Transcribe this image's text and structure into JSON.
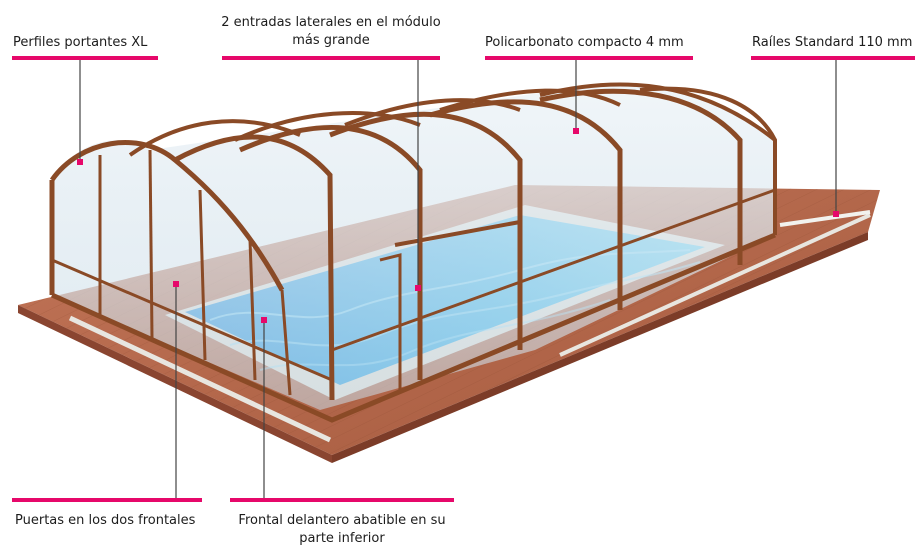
{
  "colors": {
    "accent": "#e6086a",
    "frame": "#8a4a26",
    "deck": "#b5654a",
    "water": "#27a9e8",
    "glass": "#dbe9f2"
  },
  "labels": {
    "profiles": "Perfiles portantes XL",
    "entrances_line1": "2 entradas laterales en el módulo",
    "entrances_line2": "más grande",
    "polycarbonate": "Policarbonato compacto 4 mm",
    "rails": "Raíles Standard 110 mm",
    "doors": "Puertas en los dos frontales",
    "front_line1": "Frontal delantero abatible en su",
    "front_line2": "parte inferior"
  }
}
